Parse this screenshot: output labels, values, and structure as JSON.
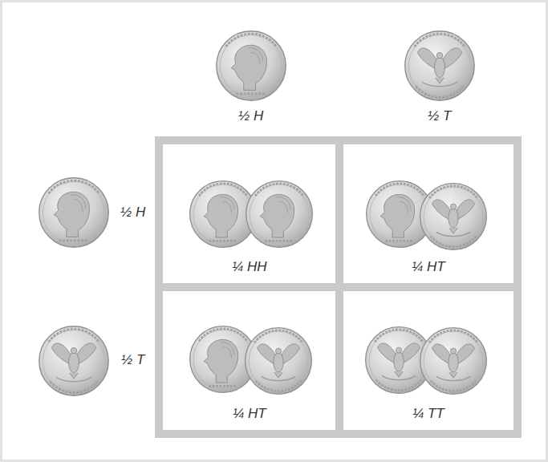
{
  "diagram": {
    "nodes": [
      {
        "text": [
          "¼ HH"
        ]
      },
      {
        "text": [
          "¼ HT"
        ]
      },
      {
        "text": [
          "¼ HT"
        ]
      },
      {
        "text": [
          "¼ TT"
        ]
      }
    ],
    "labels": [
      "½ H",
      "½ T",
      "½ H",
      "½ T"
    ]
  }
}
